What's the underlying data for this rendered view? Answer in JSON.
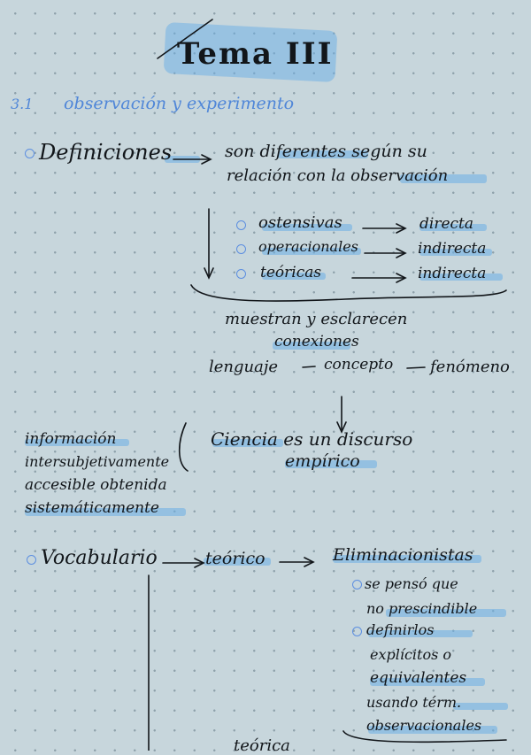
{
  "title": "Tema III",
  "section": {
    "number": "3.1",
    "title": "observación y experimento"
  },
  "definiciones": {
    "label": "Definiciones",
    "description_line1": "son diferentes según su",
    "description_line2": "relación con la observación",
    "types": [
      {
        "name": "ostensivas",
        "result": "directa"
      },
      {
        "name": "operacionales",
        "result": "indirecta"
      },
      {
        "name": "teóricas",
        "result": "indirecta"
      }
    ]
  },
  "brace_text": {
    "line1": "muestran y esclarecen",
    "line2": "conexiones",
    "lenguaje": "lenguaje",
    "concepto": "concepto",
    "fenomeno": "fenómeno"
  },
  "ciencia": {
    "line1": "Ciencia es un discurso",
    "line2": "empírico"
  },
  "informacion": {
    "lines": [
      "información",
      "intersubjetivamente",
      "accesible obtenida",
      "sistemáticamente"
    ]
  },
  "vocabulario": {
    "label": "Vocabulario",
    "term": "teórico",
    "target": "Eliminacionistas",
    "notes": [
      "se pensó que",
      "no prescindible",
      "definirlos",
      "explícitos o",
      "equivalentes",
      "usando térm.",
      "observacionales"
    ]
  },
  "bottom_partial": "teórica"
}
